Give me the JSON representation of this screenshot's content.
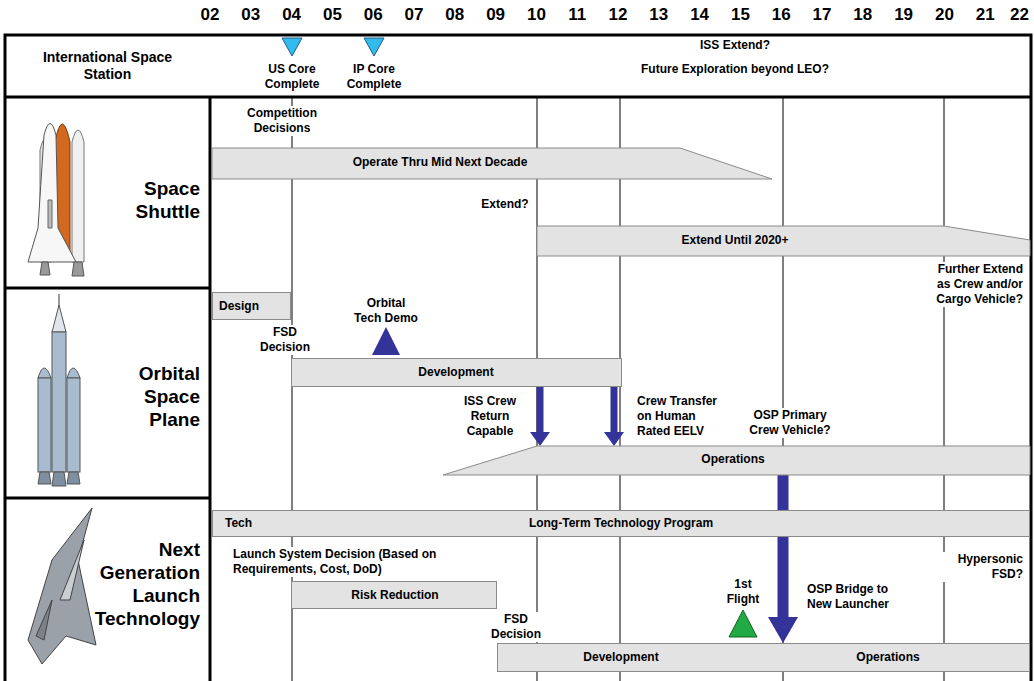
{
  "diagram": {
    "nodes": [
      {
        "text": [
          "International Space Station"
        ]
      },
      {
        "text": [
          "Space Shuttle"
        ]
      },
      {
        "text": [
          "Orbital Space Plane"
        ]
      },
      {
        "text": [
          "Next Generation Launch Technology"
        ]
      },
      {
        "text": [
          "Operate Thru Mid Next Decade"
        ]
      },
      {
        "text": [
          "Extend Until 2020+"
        ]
      },
      {
        "text": [
          "Design"
        ]
      },
      {
        "text": [
          "Development"
        ]
      },
      {
        "text": [
          "Operations"
        ]
      },
      {
        "text": [
          "Tech",
          "Long-Term Technology Program"
        ]
      },
      {
        "text": [
          "Risk Reduction"
        ]
      },
      {
        "text": [
          "Development",
          "Operations"
        ]
      }
    ],
    "edges": [
      {
        "from": 7,
        "to": 8,
        "arrow": "to",
        "label": "ISS Crew Return Capable"
      },
      {
        "from": 7,
        "to": 8,
        "arrow": "to",
        "label": "Crew Transfer on Human Rated EELV"
      },
      {
        "from": 8,
        "to": 11,
        "arrow": "to",
        "label": "OSP Bridge to New Launcher"
      }
    ],
    "labels": [
      "02",
      "03",
      "04",
      "05",
      "06",
      "07",
      "08",
      "09",
      "10",
      "11",
      "12",
      "13",
      "14",
      "15",
      "16",
      "17",
      "18",
      "19",
      "20",
      "21",
      "22",
      "US Core Complete",
      "IP Core Complete",
      "ISS Extend?",
      "Future Exploration beyond LEO?",
      "Competition Decisions",
      "Extend?",
      "Further Extend as Crew and/or Cargo Vehicle?",
      "FSD Decision",
      "Orbital Tech Demo",
      "OSP Primary Crew Vehicle?",
      "Launch System Decision (Based on Requirements, Cost, DoD)",
      "1st Flight",
      "Hypersonic FSD?",
      "FSD Decision"
    ]
  }
}
